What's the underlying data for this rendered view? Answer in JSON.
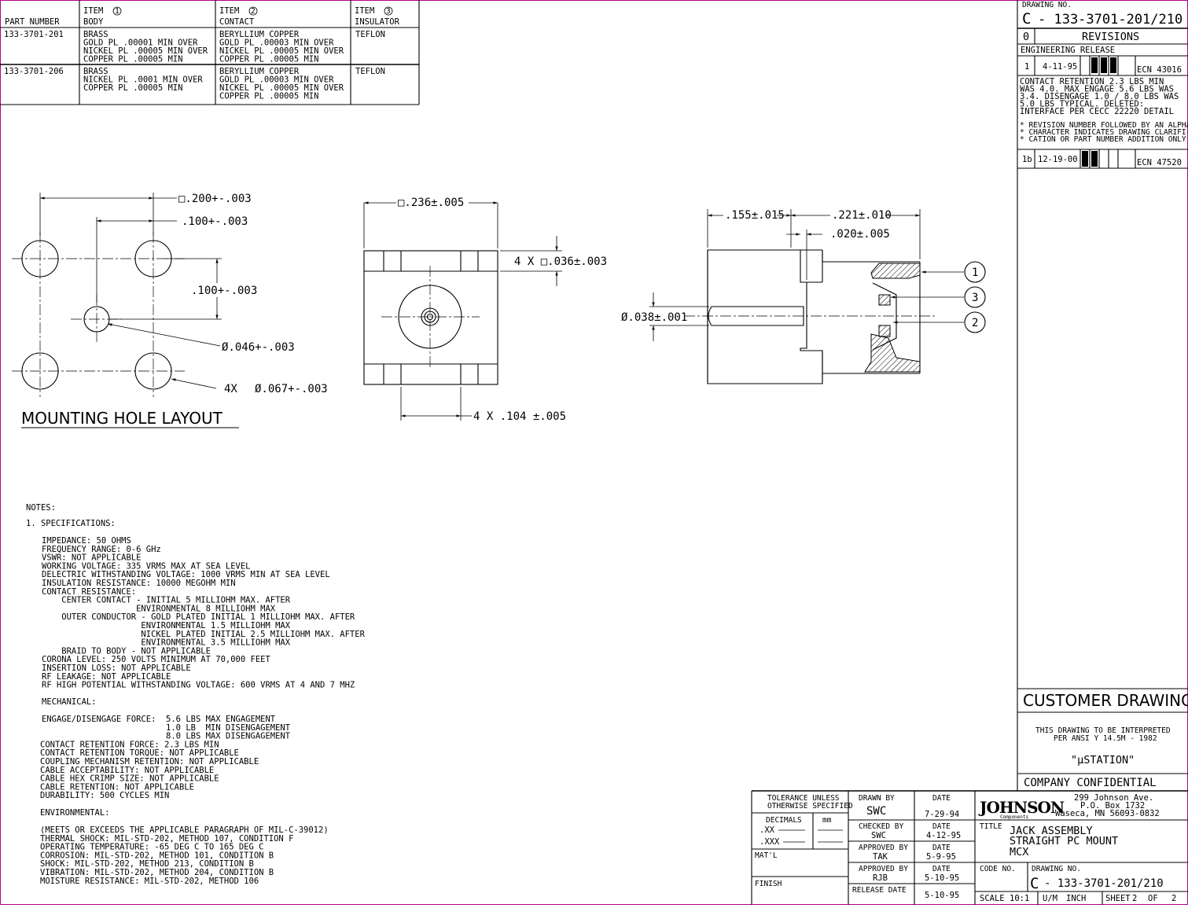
{
  "parts_table": {
    "header_part_number": "PART NUMBER",
    "item1_label": "ITEM",
    "item1_num": "1",
    "item1_name": "BODY",
    "item2_label": "ITEM",
    "item2_num": "2",
    "item2_name": "CONTACT",
    "item3_label": "ITEM",
    "item3_num": "3",
    "item3_name": "INSULATOR",
    "rows": [
      {
        "part": "133-3701-201",
        "body": [
          "BRASS",
          "GOLD PL .00001 MIN OVER",
          "NICKEL PL .00005 MIN OVER",
          "COPPER PL .00005 MIN"
        ],
        "contact": [
          "BERYLLIUM COPPER",
          "GOLD PL .00003 MIN OVER",
          "NICKEL PL .00005 MIN OVER",
          "COPPER PL .00005 MIN"
        ],
        "insulator": [
          "TEFLON"
        ]
      },
      {
        "part": "133-3701-206",
        "body": [
          "BRASS",
          "NICKEL PL .0001 MIN OVER",
          "COPPER PL .00005 MIN"
        ],
        "contact": [
          "BERYLLIUM COPPER",
          "GOLD PL .00003 MIN OVER",
          "NICKEL PL .00005 MIN OVER",
          "COPPER PL .00005 MIN"
        ],
        "insulator": [
          "TEFLON"
        ]
      }
    ]
  },
  "mounting_layout": {
    "title": "MOUNTING HOLE LAYOUT",
    "dim_outer": "□.200+-.003",
    "dim_horizontal": ".100+-.003",
    "dim_vertical": ".100+-.003",
    "dim_center_hole": "Ø.046+-.003",
    "dim_corner_holes_qty": "4X",
    "dim_corner_holes": "Ø.067+-.003"
  },
  "front_view": {
    "dim_width": "□.236±.005",
    "dim_legs_size": "4 X □.036±.003",
    "dim_legs_spacing": "4 X .104 ±.005"
  },
  "side_view": {
    "dim_left": ".155±.015",
    "dim_right": ".221±.010",
    "dim_gap": ".020±.005",
    "dim_pin_diameter": "Ø.038±.001",
    "callouts": [
      "1",
      "3",
      "2"
    ]
  },
  "notes": {
    "heading": "NOTES:",
    "section_spec": "1.  SPECIFICATIONS:",
    "spec_lines": [
      "IMPEDANCE: 50 OHMS",
      "FREQUENCY RANGE: 0-6 GHz",
      "VSWR: NOT APPLICABLE",
      "WORKING VOLTAGE: 335 VRMS MAX AT SEA LEVEL",
      "DELECTRIC WITHSTANDING VOLTAGE: 1000 VRMS MIN AT SEA LEVEL",
      "INSULATION RESISTANCE: 10000 MEGOHM MIN",
      "CONTACT RESISTANCE:",
      "    CENTER CONTACT - INITIAL 5 MILLIOHM MAX. AFTER",
      "                   ENVIRONMENTAL 8 MILLIOHM MAX",
      "    OUTER CONDUCTOR - GOLD PLATED INITIAL 1 MILLIOHM MAX. AFTER",
      "                    ENVIRONMENTAL 1.5 MILLIOHM MAX",
      "                    NICKEL PLATED INITIAL 2.5 MILLIOHM MAX. AFTER",
      "                    ENVIRONMENTAL 3.5 MILLIOHM MAX",
      "    BRAID TO BODY - NOT APPLICABLE",
      "CORONA LEVEL: 250 VOLTS MINIMUM AT 70,000 FEET",
      "INSERTION LOSS: NOT APPLICABLE",
      "RF LEAKAGE: NOT APPLICABLE",
      "RF HIGH POTENTIAL WITHSTANDING VOLTAGE: 600 VRMS AT 4 AND 7 MHZ"
    ],
    "section_mech": "MECHANICAL:",
    "mech_lines": [
      "ENGAGE/DISENGAGE FORCE:  5.6 LBS MAX ENGAGEMENT",
      "                         1.0 LB  MIN DISENGAGEMENT",
      "                         8.0 LBS MAX DISENGAGEMENT",
      "CONTACT RETENTION FORCE: 2.3 LBS MIN",
      "CONTACT RETENTION TORQUE: NOT APPLICABLE",
      "COUPLING MECHANISM RETENTION: NOT APPLICABLE",
      "CABLE ACCEPTABILITY: NOT APPLICABLE",
      "CABLE HEX CRIMP SIZE: NOT APPLICABLE",
      "CABLE RETENTION: NOT APPLICABLE",
      "DURABILITY: 500 CYCLES MIN"
    ],
    "section_env": "ENVIRONMENTAL:",
    "env_lines": [
      "(MEETS OR EXCEEDS THE APPLICABLE PARAGRAPH OF MIL-C-39012)",
      "THERMAL SHOCK: MIL-STD-202, METHOD 107, CONDITION F",
      "OPERATING TEMPERATURE: -65 DEG C TO 165 DEG C",
      "CORROSION: MIL-STD-202, METHOD 101, CONDITION B",
      "SHOCK: MIL-STD-202, METHOD 213, CONDITION B",
      "VIBRATION: MIL-STD-202, METHOD 204, CONDITION B",
      "MOISTURE RESISTANCE: MIL-STD-202, METHOD 106"
    ]
  },
  "revision_block": {
    "drawing_no_label": "DRAWING NO.",
    "size_letter": "C",
    "drawing_no": "- 133-3701-201/210",
    "rev0": "0",
    "revisions_title": "REVISIONS",
    "engineering_release": "ENGINEERING RELEASE",
    "rev1": "1",
    "rev1_date": "4-11-95",
    "rev1_ecn": "ECN 43016",
    "rev1_desc": [
      "CONTACT RETENTION 2.3 LBS MIN",
      "WAS 4.0. MAX ENGAGE 5.6 LBS WAS",
      "3.4. DISENGAGE 1.0 / 8.0 LBS WAS",
      "5.0 LBS TYPICAL. DELETED:",
      "INTERFACE PER CECC 22220 DETAIL"
    ],
    "note_lines": [
      "* REVISION NUMBER FOLLOWED BY AN ALPHA *",
      "* CHARACTER INDICATES DRAWING CLARIFI- *",
      "* CATION OR PART NUMBER ADDITION ONLY. *"
    ],
    "rev2": "1b",
    "rev2_date": "12-19-00",
    "rev2_ecn": "ECN 47520"
  },
  "customer_block": {
    "title": "CUSTOMER DRAWING",
    "interp1": "THIS DRAWING TO BE INTERPRETED",
    "interp2": "PER ANSI Y 14.5M - 1982",
    "station": "\"µSTATION\"",
    "confidential": "COMPANY CONFIDENTIAL"
  },
  "title_block": {
    "tolerance1": "TOLERANCE UNLESS",
    "tolerance2": "OTHERWISE SPECIFIED",
    "decimals": "DECIMALS",
    "mm": "mm",
    "xx": ".XX",
    "xxx": ".XXX",
    "matl": "MAT'L",
    "finish": "FINISH",
    "drawn_by_label": "DRAWN BY",
    "drawn_by": "SWC",
    "date_label": "DATE",
    "drawn_date": "7-29-94",
    "checked_label": "CHECKED BY",
    "checked_by": "SWC",
    "checked_date": "4-12-95",
    "approved_label": "APPROVED BY",
    "approved1": "TAK",
    "approved1_date": "5-9-95",
    "approved2": "RJB",
    "approved2_date": "5-10-95",
    "release_label": "RELEASE DATE",
    "release_date": "5-10-95",
    "company_logo": "JOHNSON",
    "company_sub": "Components",
    "address1": "299 Johnson Ave.",
    "address2": "P.O. Box 1732",
    "address3": "Waseca, MN 56093-0832",
    "title_label": "TITLE",
    "title1": "JACK ASSEMBLY",
    "title2": "STRAIGHT PC MOUNT",
    "title3": "MCX",
    "code_label": "CODE NO.",
    "dwg_label": "DRAWING NO.",
    "size_letter": "C",
    "drawing_no": "- 133-3701-201/210",
    "scale_label": "SCALE",
    "scale": "10:1",
    "um_label": "U/M",
    "um": "INCH",
    "sheet_label": "SHEET",
    "sheet": "2",
    "of_label": "OF",
    "of": "2"
  }
}
